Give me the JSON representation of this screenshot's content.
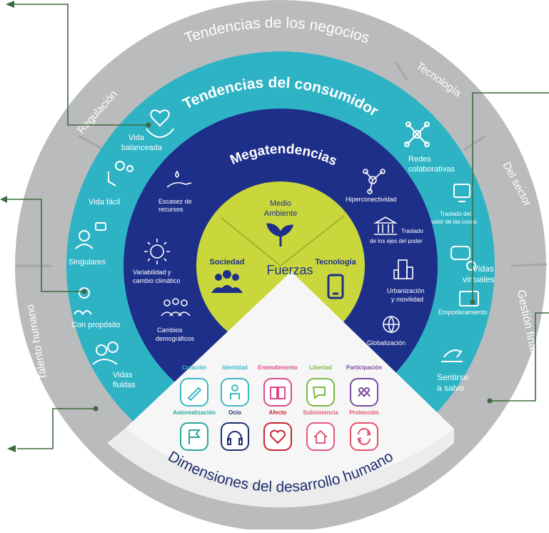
{
  "colors": {
    "outer_ring": "#b9bbbc",
    "outer_ring_light": "#d4d5d6",
    "consumer_ring": "#2eb3c5",
    "mega_ring": "#1e2f8a",
    "core": "#c9d73c",
    "bottom_white": "#f7f7f7",
    "connector": "#3d6b3d",
    "dim_dark": "#1f2f6e"
  },
  "outer_ring": {
    "title": "Tendencias de los negocios",
    "labels": {
      "regulacion": "Regulación",
      "tecnologia": "Tecnología",
      "del_sector": "Del sector",
      "gestion_financiera": "Gestión financiera",
      "talento_humano": "Talento humano"
    }
  },
  "consumer_ring": {
    "title": "Tendencias del consumidor",
    "items": {
      "vida_balanceada": [
        "Vida",
        "balanceada"
      ],
      "vida_facil": "Vida fácil",
      "singulares": "Singulares",
      "con_proposito": "Con propósito",
      "vidas_fluidas": [
        "Vidas",
        "fluidas"
      ],
      "redes_colaborativas": [
        "Redes",
        "colaborativas"
      ],
      "traslado_valor": [
        "Traslado del",
        "valor de las cosas"
      ],
      "vidas_virtuales": [
        "Vidas",
        "virtuales"
      ],
      "empoderamiento": "Empoderamiento",
      "sentirse_a_salvo": [
        "Sentirse",
        "a salvo"
      ]
    }
  },
  "mega_ring": {
    "title": "Megatendencias",
    "items": {
      "escasez": [
        "Escasez de",
        "recursos"
      ],
      "variabilidad": [
        "Variabilidad y",
        "cambio climático"
      ],
      "cambios_demograficos": [
        "Cambios",
        "demográficos"
      ],
      "hiperconectividad": "Hiperconectividad",
      "traslado_poder": [
        "Traslado",
        "de los ejes del poder"
      ],
      "urbanizacion": [
        "Urbanización",
        "y movilidad"
      ],
      "globalizacion": "Globalización"
    }
  },
  "core": {
    "medio_ambiente": [
      "Medio",
      "Ambiente"
    ],
    "sociedad": "Sociedad",
    "tecnologia": "Tecnología",
    "fuerzas": "Fuerzas"
  },
  "dimensions": {
    "title": "Dimensiones del desarrollo humano",
    "row1": [
      {
        "label": "Creación",
        "color": "#3cb7c4",
        "icon": "pencil-icon"
      },
      {
        "label": "Identidad",
        "color": "#3cb7c4",
        "icon": "person-icon"
      },
      {
        "label": "Entendimiento",
        "color": "#d94b8c",
        "icon": "book-icon"
      },
      {
        "label": "Libertad",
        "color": "#7bb842",
        "icon": "chat-icon"
      },
      {
        "label": "Participación",
        "color": "#7d4a9e",
        "icon": "group-icon"
      }
    ],
    "row2": [
      {
        "label": "Autorealización",
        "color": "#2aa79b",
        "icon": "flag-icon"
      },
      {
        "label": "Ocio",
        "color": "#1f2f6e",
        "icon": "headphones-icon"
      },
      {
        "label": "Afecto",
        "color": "#c8242f",
        "icon": "heart-icon"
      },
      {
        "label": "Subsistencia",
        "color": "#e05a7a",
        "icon": "home-icon"
      },
      {
        "label": "Protección",
        "color": "#e4506a",
        "icon": "shield-icon"
      }
    ]
  }
}
